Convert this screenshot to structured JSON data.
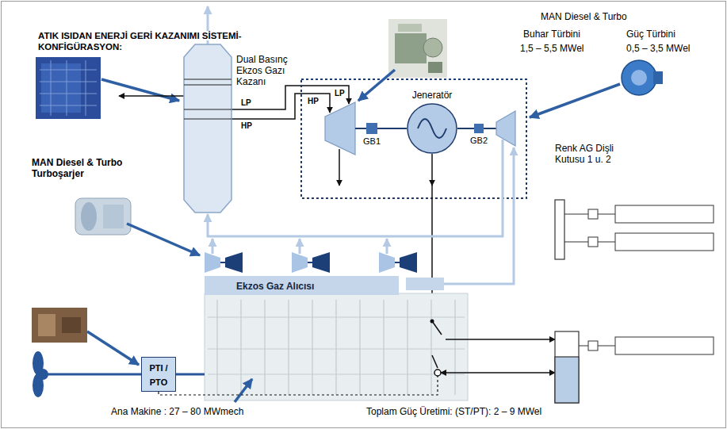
{
  "diagram": {
    "title": "ATIK ISIDAN ENERJİ GERİ KAZANIMI SİSTEMİ- KONFİGÜRASYON:",
    "nodes": [
      {
        "text": [
          "Dual Basınç Ekzos Gazı Kazanı"
        ]
      },
      {
        "text": [
          "GB1"
        ]
      },
      {
        "text": [
          "Jeneratör"
        ]
      },
      {
        "text": [
          "GB2"
        ]
      },
      {
        "text": [
          "Ekzos Gaz Alıcısı"
        ]
      },
      {
        "text": [
          "PTI / PTO"
        ]
      }
    ],
    "edges": [
      {
        "from": 1,
        "to": 2,
        "arrow": "none"
      },
      {
        "from": 2,
        "to": 3,
        "arrow": "none"
      }
    ],
    "labels": [
      "MAN Diesel & Turbo",
      "Buhar Türbini",
      "1,5 – 5,5 MWel",
      "Güç Türbini",
      "0,5 – 3,5 MWel",
      "LP",
      "HP",
      "LP",
      "HP",
      "MAN Diesel & Turbo Turboşarjer",
      "Renk AG Dişli Kutusu 1 u. 2",
      "Ana Makine : 27 – 80 MWmech",
      "Toplam Güç Üretimi: (ST/PT): 2 – 9 MWel"
    ]
  }
}
